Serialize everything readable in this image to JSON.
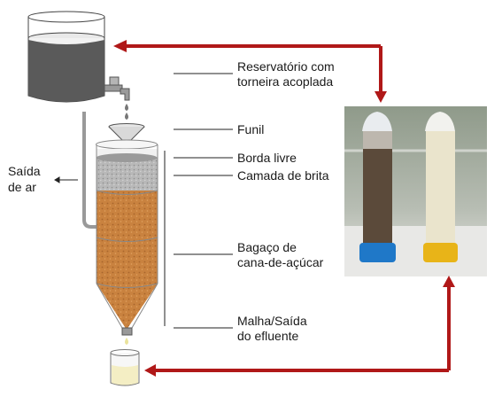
{
  "labels": {
    "reservoir_line1": "Reservatório com",
    "reservoir_line2": "torneira acoplada",
    "funnel": "Funil",
    "free_edge": "Borda livre",
    "gravel_layer": "Camada de brita",
    "bagasse_line1": "Bagaço de",
    "bagasse_line2": "cana-de-açúcar",
    "outlet_line1": "Malha/Saída",
    "outlet_line2": "do efluente",
    "air_outlet_line1": "Saída",
    "air_outlet_line2": "de ar"
  },
  "colors": {
    "arrow": "#b01818",
    "reservoir_liquid": "#5a5a5a",
    "bagasse": "#c9823f",
    "gravel": "#b8b8b8",
    "effluent": "#f4eec4",
    "photo_left_tube_liquid": "#5b4a3a",
    "photo_right_tube_liquid": "#eae4cc",
    "photo_left_cap": "#1f78c8",
    "photo_right_cap": "#e8b418"
  }
}
